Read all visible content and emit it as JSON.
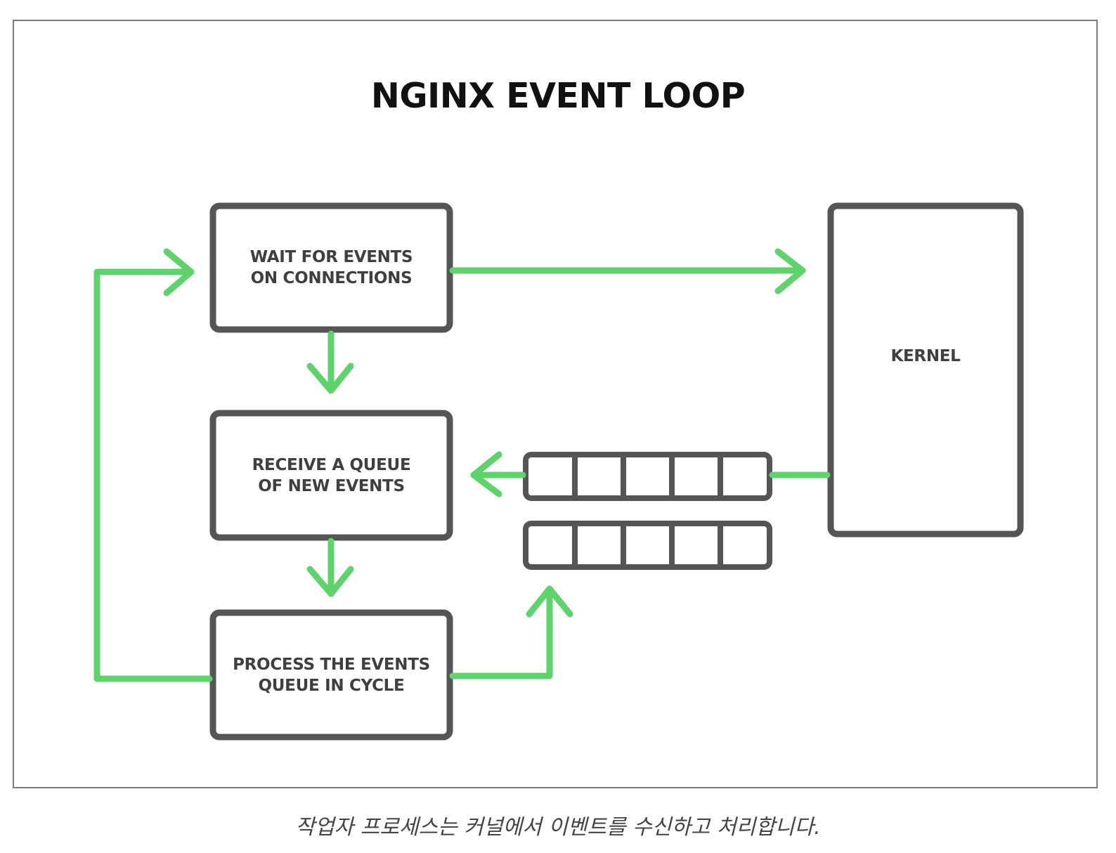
{
  "diagram": {
    "title": "NGINX EVENT LOOP",
    "nodes": {
      "wait": {
        "line1": "WAIT FOR EVENTS",
        "line2": "ON CONNECTIONS"
      },
      "receive": {
        "line1": "RECEIVE A QUEUE",
        "line2": "OF NEW EVENTS"
      },
      "process": {
        "line1": "PROCESS THE EVENTS",
        "line2": "QUEUE IN CYCLE"
      },
      "kernel": {
        "label": "KERNEL"
      }
    },
    "queues": [
      {
        "slots": 5
      },
      {
        "slots": 5
      }
    ],
    "colors": {
      "arrow": "#5fd36b",
      "box_border": "#555555",
      "text": "#3f3f3f"
    }
  },
  "caption": "작업자 프로세스는 커널에서 이벤트를 수신하고 처리합니다."
}
